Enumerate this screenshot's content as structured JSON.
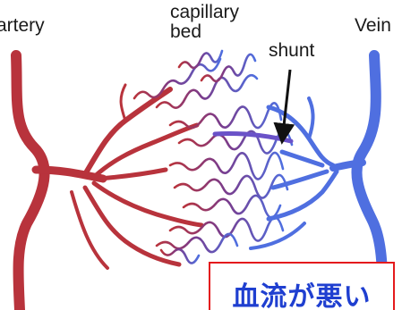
{
  "labels": {
    "artery": "artery",
    "capillary_line1": "capillary",
    "capillary_line2": "bed",
    "vein": "Vein",
    "shunt": "shunt"
  },
  "caption": {
    "text": "血流が悪い",
    "border_color": "#e41a1c",
    "text_color": "#1f3fd0"
  },
  "colors": {
    "artery": "#b8333c",
    "capillary": "#7a3c8c",
    "vein": "#4f6fe0",
    "arrow": "#111111"
  }
}
